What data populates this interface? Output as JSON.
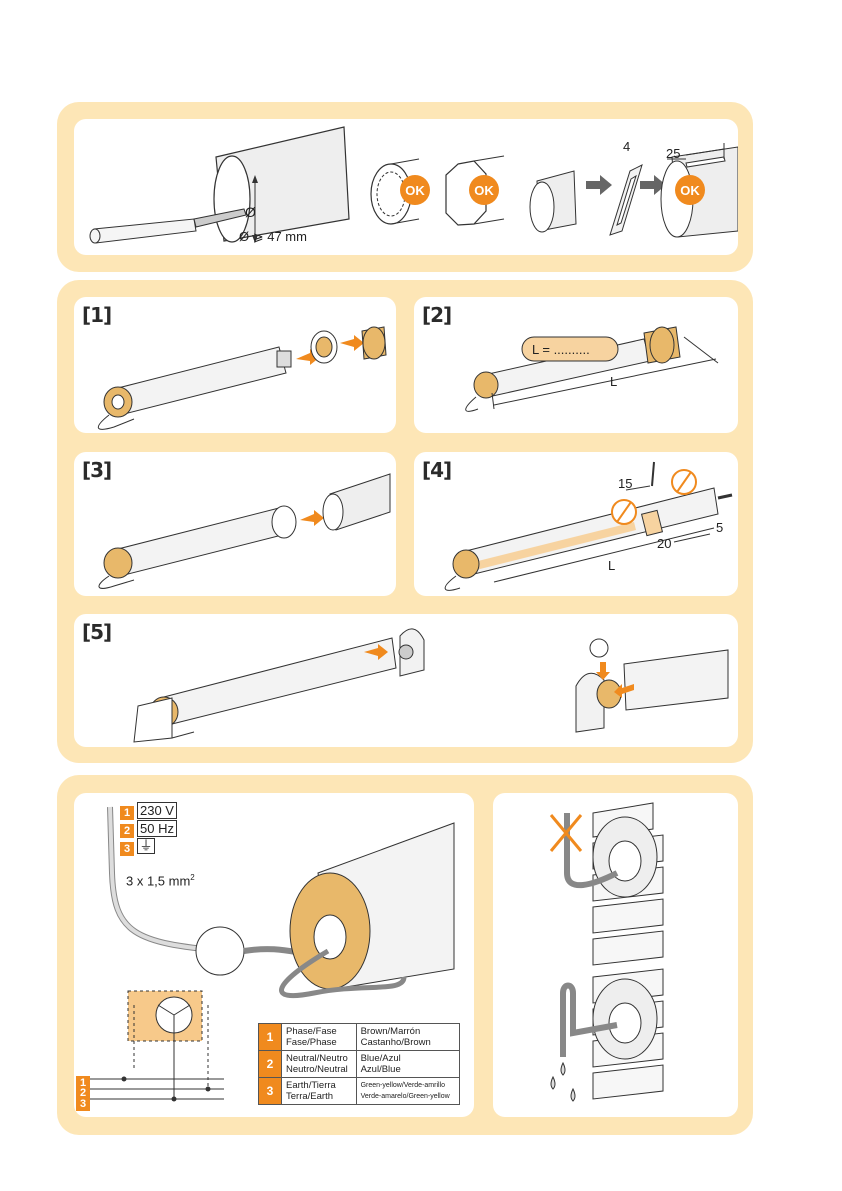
{
  "diameter": {
    "symbol": "Ø",
    "min_label": "Ø ⩾ 47 mm"
  },
  "ok_badge": "OK",
  "slot_dims": {
    "a": "4",
    "b": "25"
  },
  "steps": {
    "s1": "[1]",
    "s2": "[2]",
    "s3": "[3]",
    "s4": "[4]",
    "s5": "[5]"
  },
  "step2": {
    "length_field": "L = ..........",
    "length_label": "L"
  },
  "step4": {
    "d15": "15",
    "d20": "20",
    "d5": "5",
    "length_label": "L"
  },
  "wiring": {
    "voltage": "230 V",
    "frequency": "50 Hz",
    "cable": "3 x 1,5 mm",
    "cable_sup": "2",
    "n1": "1",
    "n2": "2",
    "n3": "3"
  },
  "legend": [
    {
      "n": "1",
      "a1": "Phase/Fase",
      "a2": "Fase/Phase",
      "b1": "Brown/Marrón",
      "b2": "Castanho/Brown"
    },
    {
      "n": "2",
      "a1": "Neutral/Neutro",
      "a2": "Neutro/Neutral",
      "b1": "Blue/Azul",
      "b2": "Azul/Blue"
    },
    {
      "n": "3",
      "a1": "Earth/Tierra",
      "a2": "Terra/Earth",
      "b1": "Green-yellow/Verde-amrillo",
      "b2": "Verde-amarelo/Green-yellow"
    }
  ],
  "colors": {
    "band": "#fde6b6",
    "accent": "#f08a1e",
    "motor_head": "#e8b86a"
  }
}
